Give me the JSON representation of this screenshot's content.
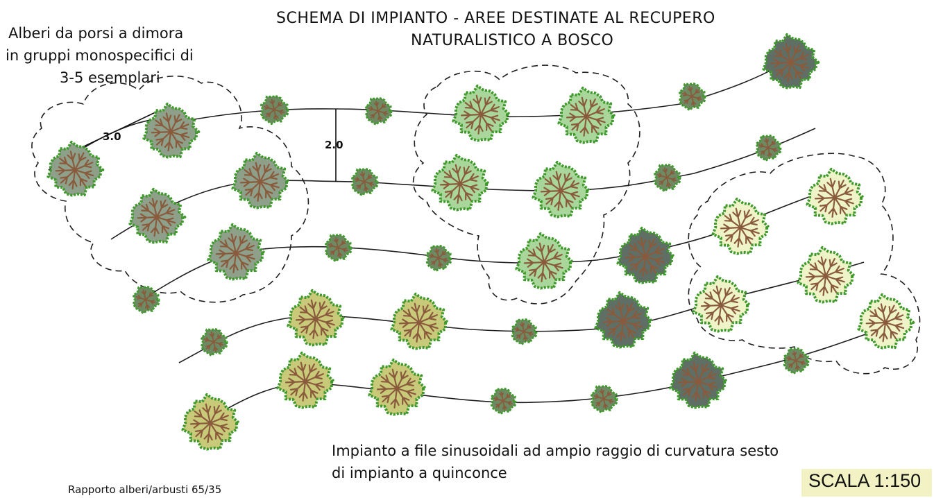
{
  "title": {
    "line1": "SCHEMA DI IMPIANTO - AREE DESTINATE AL RECUPERO",
    "line2": "NATURALISTICO A BOSCO"
  },
  "group_note": {
    "line1": "Alberi da porsi a dimora",
    "line2": "in gruppi monospecifici di",
    "line3": "3-5 esemplari"
  },
  "dimensions": {
    "tree_spacing": "3.0",
    "row_spacing": "2.0"
  },
  "layout_note": {
    "line1": "Impianto a file sinusoidali ad ampio raggio di curvatura sesto",
    "line2": "di impianto a quinconce"
  },
  "ratio_note": "Rapporto alberi/arbusti 65/35",
  "scale_label": "SCALA 1:150",
  "colors": {
    "foliage_edge": "#3f9a2c",
    "branches": "#8a5a3c",
    "group_grey": "#8e9f8a",
    "group_light_green": "#a9d69a",
    "group_pale_yellow": "#eef3c8",
    "group_khaki": "#c9c97a",
    "group_dark_grey": "#5f6f66",
    "shrub": "#6e8a63",
    "scale_background": "#f2f2c4"
  },
  "legend": {
    "tree_icon": "tree-canopy-icon",
    "shrub_icon": "shrub-icon",
    "group_outline": "dashed-cloud-outline",
    "row_line": "sinusoidal-row-line"
  }
}
